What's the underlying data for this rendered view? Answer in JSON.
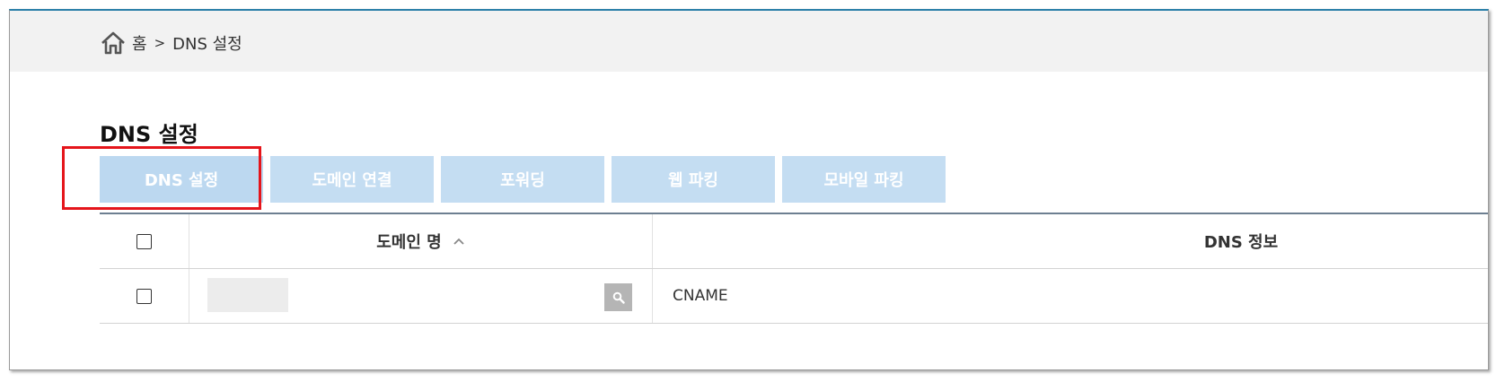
{
  "breadcrumb": {
    "home_icon": "home-icon",
    "home_label": "홈",
    "separator": ">",
    "current": "DNS 설정"
  },
  "page": {
    "title": "DNS 설정"
  },
  "tabs": [
    {
      "label": "DNS 설정",
      "active": true
    },
    {
      "label": "도메인 연결",
      "active": false
    },
    {
      "label": "포워딩",
      "active": false
    },
    {
      "label": "웹 파킹",
      "active": false
    },
    {
      "label": "모바일 파킹",
      "active": false
    }
  ],
  "table": {
    "headers": {
      "domain": "도메인 명",
      "dns_info": "DNS 정보"
    },
    "rows": [
      {
        "domain": "",
        "dns_info": "CNAME"
      }
    ]
  },
  "colors": {
    "tab_bg": "#c4ddf2",
    "highlight": "#e5151b",
    "breadcrumb_bg": "#f2f2f2"
  }
}
